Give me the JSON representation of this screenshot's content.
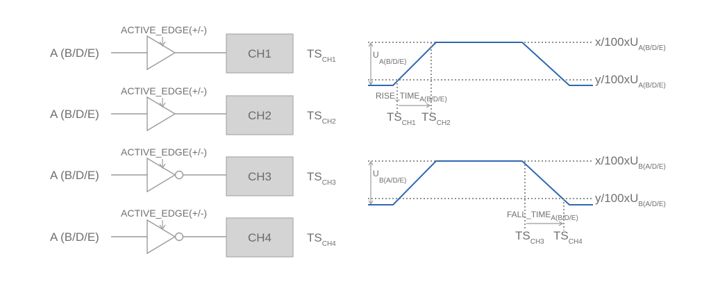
{
  "channels": [
    {
      "input": "A (B/D/E)",
      "edge": "ACTIVE_EDGE(+/-)",
      "name": "CH1",
      "ts": "TS",
      "ts_sub": "CH1",
      "inverted": false
    },
    {
      "input": "A (B/D/E)",
      "edge": "ACTIVE_EDGE(+/-)",
      "name": "CH2",
      "ts": "TS",
      "ts_sub": "CH2",
      "inverted": false
    },
    {
      "input": "A (B/D/E)",
      "edge": "ACTIVE_EDGE(+/-)",
      "name": "CH3",
      "ts": "TS",
      "ts_sub": "CH3",
      "inverted": true
    },
    {
      "input": "A (B/D/E)",
      "edge": "ACTIVE_EDGE(+/-)",
      "name": "CH4",
      "ts": "TS",
      "ts_sub": "CH4",
      "inverted": true
    }
  ],
  "rise": {
    "u_label": "U",
    "u_sub": "A(B/D/E)",
    "x_label": "x/100xU",
    "x_sub": "A(B/D/E)",
    "y_label": "y/100xU",
    "y_sub": "A(B/D/E)",
    "time_label": "RISE_TIME",
    "time_sub": "A(B/D/E)",
    "ts1": "TS",
    "ts1_sub": "CH1",
    "ts2": "TS",
    "ts2_sub": "CH2"
  },
  "fall": {
    "u_label": "U",
    "u_sub": "B(A/D/E)",
    "x_label": "x/100xU",
    "x_sub": "B(A/D/E)",
    "y_label": "y/100xU",
    "y_sub": "B(A/D/E)",
    "time_label": "FALL_TIME",
    "time_sub": "A(B/D/E)",
    "ts1": "TS",
    "ts1_sub": "CH3",
    "ts2": "TS",
    "ts2_sub": "CH4"
  },
  "colors": {
    "signal": "#2f67b1",
    "wire": "#9a9a9a",
    "box": "#d4d4d4"
  }
}
